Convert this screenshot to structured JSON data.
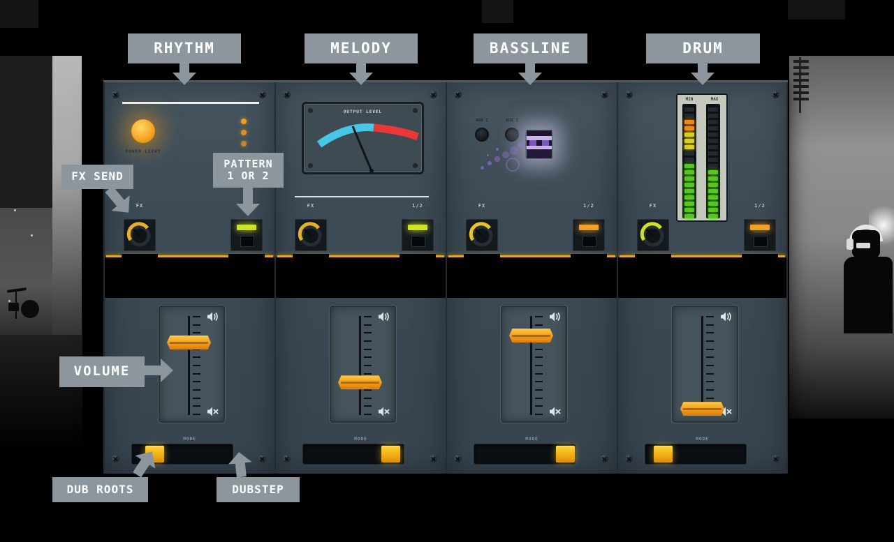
{
  "callouts": {
    "rhythm": "RHYTHM",
    "melody": "MELODY",
    "bassline": "BASSLINE",
    "drum": "DRUM",
    "fx_send": "FX SEND",
    "pattern_line1": "PATTERN",
    "pattern_line2": "1 OR 2",
    "volume": "VOLUME",
    "dub_roots": "DUB ROOTS",
    "dubstep": "DUBSTEP"
  },
  "channels": [
    {
      "name": "Rhythm",
      "power_label": "POWER LIGHT",
      "fx_label": "FX",
      "pattern_label": "1/2",
      "fx_knob_color": "#e8b02a",
      "pattern_switch_color": "#cde32a",
      "fader_handle_top_pct": 25,
      "mode_label": "MODE",
      "style_toggle_left_pct": 13
    },
    {
      "name": "Melody",
      "vu_label": "OUTPUT LEVEL",
      "fx_label": "FX",
      "pattern_label": "1/2",
      "fx_knob_color": "#e8b02a",
      "pattern_switch_color": "#cde32a",
      "fader_handle_top_pct": 60,
      "mode_label": "MODE",
      "style_toggle_left_pct": 78
    },
    {
      "name": "Bassline",
      "aux1_label": "AUX 1",
      "aux2_label": "AUX 2",
      "fx_label": "FX",
      "pattern_label": "1/2",
      "fx_knob_color": "#e8c42a",
      "pattern_switch_color": "#f0a028",
      "fader_handle_top_pct": 19,
      "mode_label": "MODE",
      "style_toggle_left_pct": 81
    },
    {
      "name": "Drum",
      "meter_min_label": "MIN",
      "meter_max_label": "MAX",
      "fx_label": "FX",
      "pattern_label": "1/2",
      "fx_knob_color": "#cde02a",
      "pattern_switch_color": "#f0a028",
      "fader_handle_top_pct": 83,
      "mode_label": "MODE",
      "style_toggle_left_pct": 8,
      "led_left": [
        "off",
        "off",
        "orange",
        "orange",
        "yellow",
        "yellow",
        "yellow",
        "off",
        "off",
        "on",
        "on",
        "on",
        "on",
        "on",
        "on",
        "on",
        "on",
        "on"
      ],
      "led_right": [
        "off",
        "off",
        "off",
        "off",
        "off",
        "off",
        "off",
        "off",
        "off",
        "off",
        "on",
        "on",
        "on",
        "on",
        "on",
        "on",
        "on",
        "on"
      ]
    }
  ],
  "colors": {
    "fader_handle": "#f0941e",
    "toggle_knob": "#f7c51e",
    "separator_line": "#e8a818",
    "power_light": "#f5a020",
    "vu_low": "#45c8e8",
    "vu_high": "#e83838",
    "led_green": "#55c81e",
    "led_yellow": "#d8d020",
    "led_orange": "#f08818",
    "callout_gray": "#8d969d"
  }
}
